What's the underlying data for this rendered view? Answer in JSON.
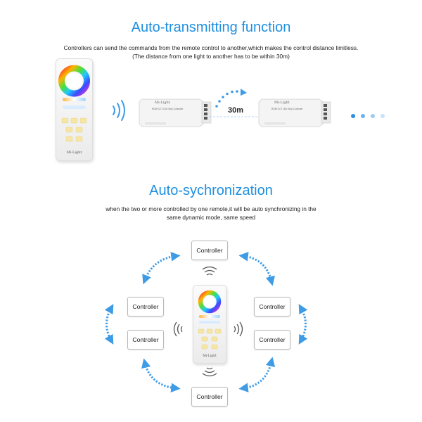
{
  "section1": {
    "title": "Auto-transmitting function",
    "desc_line1": "Controllers can send the commands from the remote control to another,which makes the control distance limitless.",
    "desc_line2": "(The distance from one light to another has to be within 30m)",
    "distance_label": "30m",
    "remote_brand": "Mi-Light",
    "device_brand": "Mi-Light",
    "device_model": "RGB+CCT LED Strip Controller"
  },
  "section2": {
    "title": "Auto-sychronization",
    "desc_line1": "when the two or more controlled by one remote,it will be auto synchronizing in the",
    "desc_line2": "same dynamic mode, same speed",
    "remote_brand": "Mi-Light",
    "controllers": [
      "Controller",
      "Controller",
      "Controller",
      "Controller",
      "Controller",
      "Controller"
    ]
  },
  "colors": {
    "accent": "#1f8fe0",
    "key_yellow": "#f6e6a6",
    "dot_blue": "#3e9be6"
  }
}
